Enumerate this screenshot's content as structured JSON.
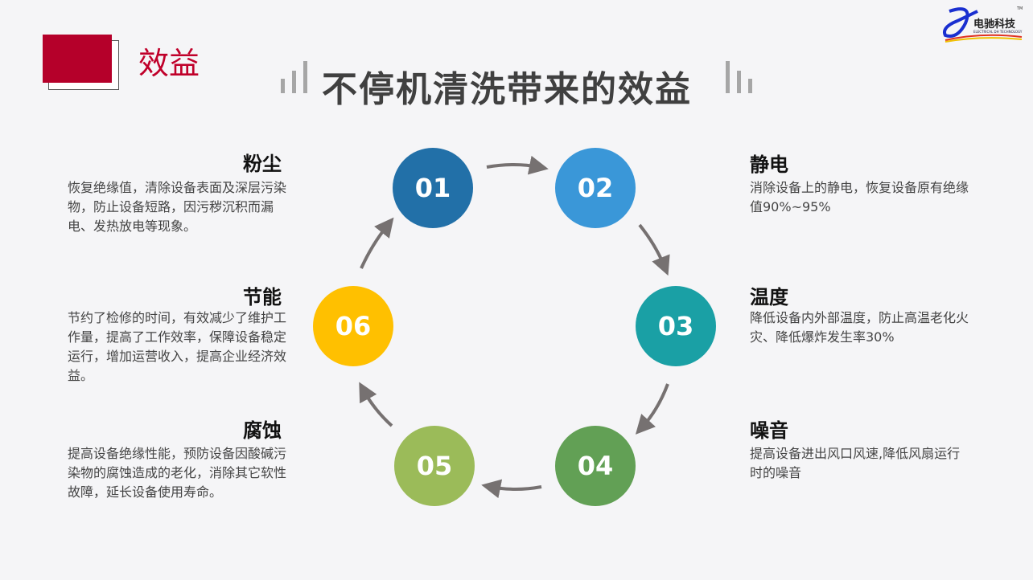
{
  "logo": {
    "text": "电驰科技",
    "subtext": "ELECTRICAL DH TECHNOLOGY",
    "tm": "TM"
  },
  "section_label": "效益",
  "title": "不停机清洗带来的效益",
  "colors": {
    "accent": "#b5002a",
    "c01": "#2270a8",
    "c02": "#3a97d8",
    "c03": "#1aa0a5",
    "c04": "#62a055",
    "c05": "#9bbb59",
    "c06": "#ffc000"
  },
  "steps": [
    {
      "num": "01",
      "heading": "粉尘",
      "text": "恢复绝缘值，清除设备表面及深层污染物，防止设备短路，因污秽沉积而漏电、发热放电等现象。"
    },
    {
      "num": "02",
      "heading": "静电",
      "text": "消除设备上的静电，恢复设备原有绝缘值90%~95%"
    },
    {
      "num": "03",
      "heading": "温度",
      "text": "降低设备内外部温度，防止高温老化火灾、降低爆炸发生率30%"
    },
    {
      "num": "04",
      "heading": "噪音",
      "text": "提高设备进出风口风速,降低风扇运行时的噪音"
    },
    {
      "num": "05",
      "heading": "腐蚀",
      "text": "提高设备绝缘性能，预防设备因酸碱污染物的腐蚀造成的老化，消除其它软性故障，延长设备使用寿命。"
    },
    {
      "num": "06",
      "heading": "节能",
      "text": "节约了检修的时间，有效减少了维护工作量，提高了工作效率，保障设备稳定运行，增加运营收入，提高企业经济效益。"
    }
  ]
}
